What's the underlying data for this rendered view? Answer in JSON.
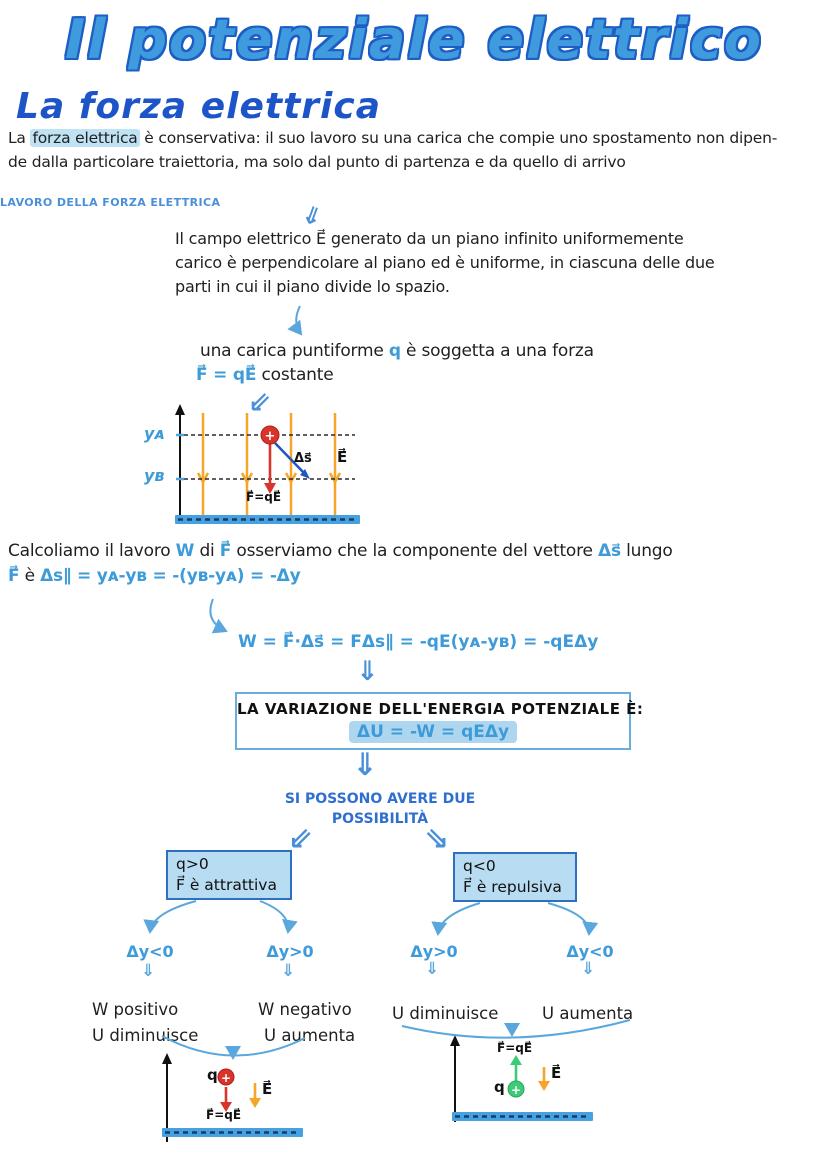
{
  "title": "Il potenziale elettrico",
  "section": {
    "heading": "La forza elettrica",
    "intro_line1": {
      "a": "La ",
      "b": "forza elettrica",
      "c": " è conservativa: il suo lavoro su una carica che compie uno spostamento non dipen-"
    },
    "intro_line2": "de dalla particolare traiettoria, ma solo dal punto di partenza e da quello di arrivo"
  },
  "side_label": "LAVORO DELLA FORZA ELETTRICA",
  "field_paragraph": {
    "line1": "Il campo elettrico E⃗ generato da un piano infinito uniformemente",
    "line2": "carico è perpendicolare al piano ed è uniforme, in ciascuna delle due",
    "line3": "parti in cui il piano divide lo spazio."
  },
  "charge": {
    "line1": {
      "a": "una carica puntiforme ",
      "b": "q",
      "c": " è soggetta a una forza"
    },
    "line2": {
      "formula": "F⃗ = qE⃗",
      "rest": " costante"
    }
  },
  "diagram1": {
    "y_a": "yᴀ",
    "y_b": "yʙ",
    "ds": "Δs⃗",
    "E": "E⃗",
    "F": "F⃗=qE⃗"
  },
  "work": {
    "line1": {
      "a": "Calcoliamo il lavoro ",
      "b": "W",
      "c": " di ",
      "d": "F⃗",
      "e": " osserviamo che la componente del vettore ",
      "f": "Δs⃗",
      "g": " lungo"
    },
    "line2": {
      "a": "F⃗",
      "b": " è ",
      "c": "Δs∥ = yᴀ-yʙ = -(yʙ-yᴀ) = -Δy"
    },
    "formula": "W = F⃗·Δs⃗ = FΔs∥ = -qE(yᴀ-yʙ) = -qEΔy"
  },
  "energy_box": {
    "heading": "LA VARIAZIONE DELL'ENERGIA POTENZIALE È:",
    "formula": "ΔU = -W = qEΔy"
  },
  "possibilities": {
    "line1": "SI POSSONO AVERE DUE",
    "line2": "POSSIBILITÀ"
  },
  "case_left": {
    "line1": "q>0",
    "line2": "F⃗ è attrattiva"
  },
  "case_right": {
    "line1": "q<0",
    "line2": "F⃗ è repulsiva"
  },
  "branches": {
    "ll": "Δy<0",
    "lr": "Δy>0",
    "rl": "Δy>0",
    "rr": "Δy<0",
    "ll_out1": "W positivo",
    "ll_out2": "U diminuisce",
    "lr_out1": "W negativo",
    "lr_out2": "U aumenta",
    "rl_out1": "U diminuisce",
    "rr_out1": "U aumenta"
  },
  "diagram_left": {
    "q": "q",
    "F": "F⃗=qE⃗",
    "E": "E⃗"
  },
  "diagram_right": {
    "q": "q",
    "F": "F⃗=qE⃗",
    "E": "E⃗"
  },
  "icons": {
    "dbl_down": "⇓",
    "dbl_down_left": "⇙",
    "dbl_down_right": "⇘",
    "plus": "+"
  },
  "colors": {
    "title_fill": "#3f9ade",
    "title_outline": "#1d5ec4",
    "heading_blue": "#1d55c8",
    "hand_blue": "#3e9bd9",
    "label_blue": "#2e6fd0",
    "arrow_blue": "#5aa7dd",
    "highlight": "#bfe2f4",
    "formula_highlight": "#aed7ef",
    "box_fill": "#b8dcf2",
    "box_border": "#2e6fc0",
    "field_orange": "#f5a52a",
    "charge_red": "#d9342b",
    "charge_green": "#3ecb78",
    "plane_blue": "#45a1e2",
    "ink": "#1a1a1a"
  }
}
